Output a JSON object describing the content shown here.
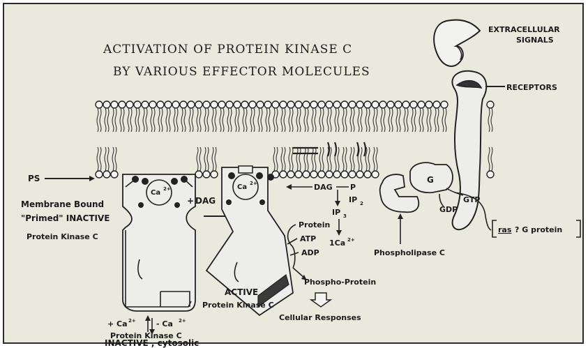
{
  "title": {
    "line1": "ACTIVATION OF PROTEIN KINASE C",
    "line2": "BY VARIOUS EFFECTOR MOLECULES"
  },
  "labels": {
    "extracellular_line1": "EXTRACELLULAR",
    "extracellular_line2": "SIGNALS",
    "receptors": "RECEPTORS",
    "ps": "PS",
    "membrane_bound": "Membrane Bound",
    "primed_inactive": "\"Primed\" INACTIVE",
    "protein_kinase_c": "Protein Kinase C",
    "dag_arrow": "DAG",
    "dag_right": "DAG",
    "p": "P",
    "ip2": "IP",
    "ip2_sub": "2",
    "ip3": "IP",
    "ip3_sub": "3",
    "ca_release": "1Ca",
    "ca_release_sup": "2+",
    "g": "G",
    "gtp": "GTP",
    "gdp": "GDP",
    "ras_box_ras": "ras",
    "ras_box_rest": "? G protein",
    "phospholipase": "Phospholipase C",
    "protein": "Protein",
    "atp": "ATP",
    "adp": "ADP",
    "phospho_protein": "Phospho-Protein",
    "cellular_responses": "Cellular Responses",
    "active": "ACTIVE",
    "active_pkc": "Protein Kinase C",
    "ca_plus": "+ Ca",
    "ca_minus": "- Ca",
    "ca_sup": "2+",
    "cyt_pkc": "Protein Kinase C",
    "cyt_inactive": "INACTIVE , cytosolic",
    "ca_bound": "Ca",
    "ca_bound_sup": "2+"
  }
}
